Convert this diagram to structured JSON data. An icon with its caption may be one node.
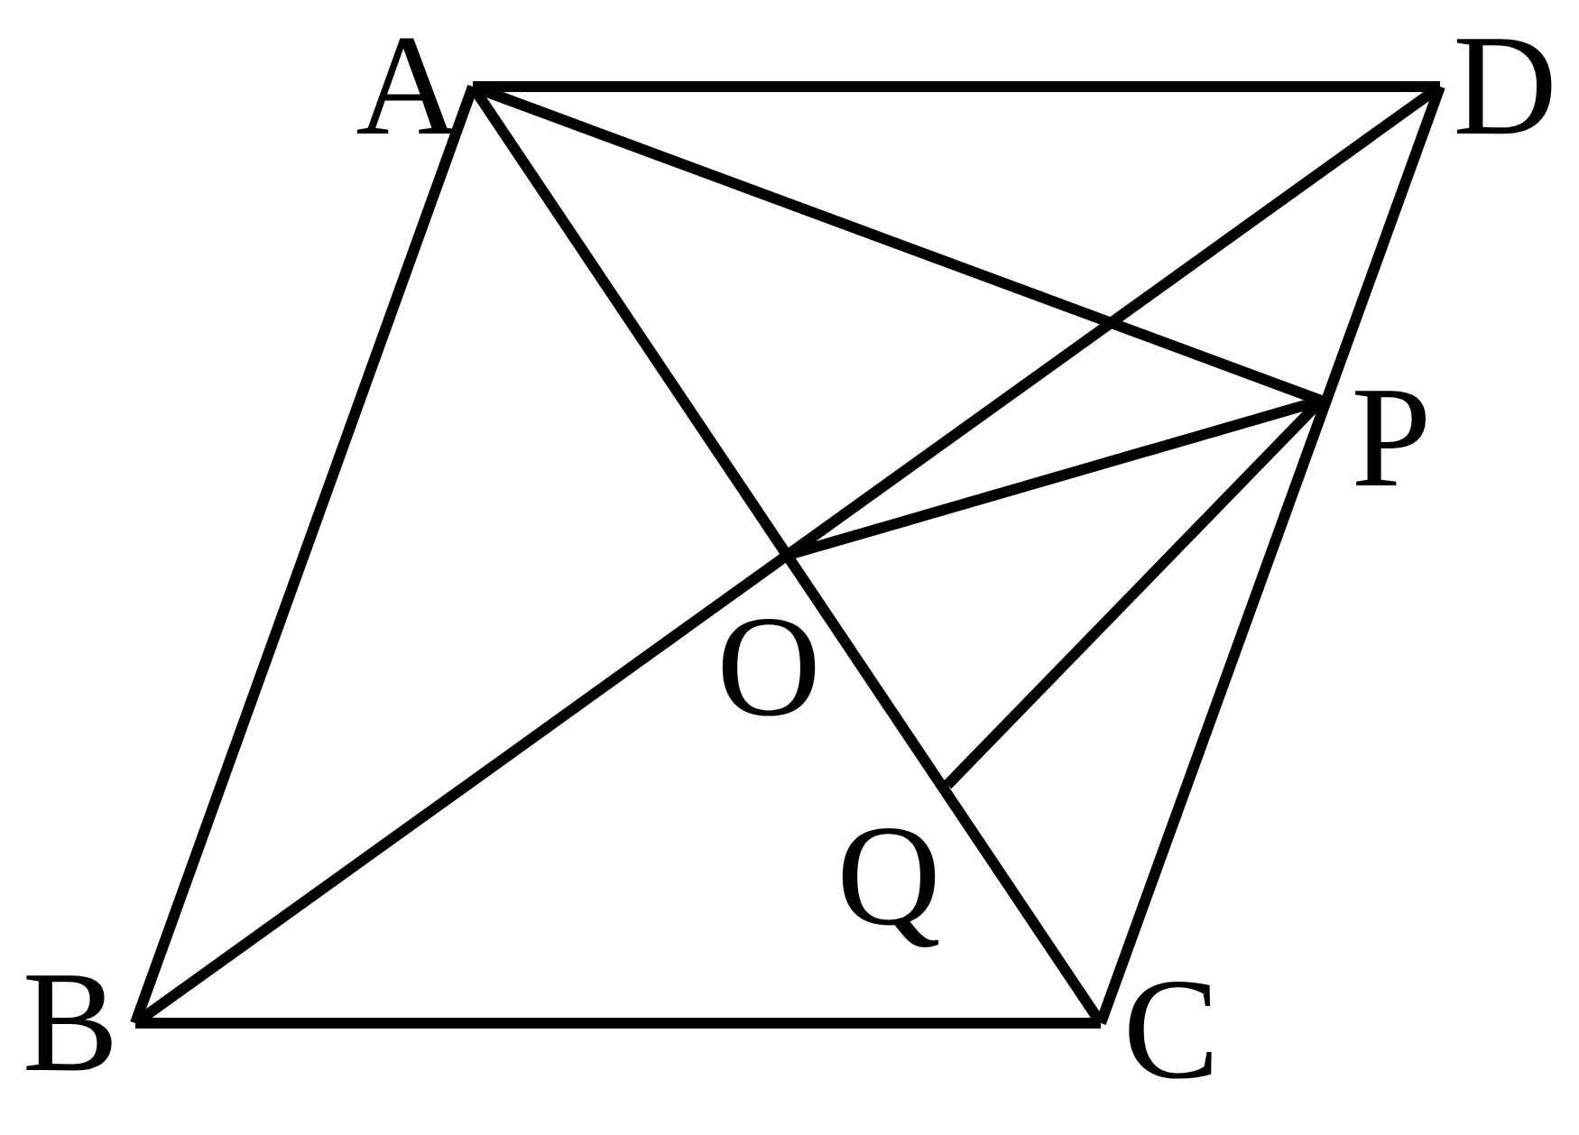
{
  "diagram": {
    "nodes": [
      {
        "text": [
          "A"
        ]
      },
      {
        "text": [
          "D"
        ]
      },
      {
        "text": [
          "P"
        ]
      },
      {
        "text": [
          "O"
        ]
      },
      {
        "text": [
          "Q"
        ]
      },
      {
        "text": [
          "B"
        ]
      },
      {
        "text": [
          "C"
        ]
      }
    ],
    "edges": [
      {
        "from": 0,
        "to": 1,
        "arrow": "none"
      },
      {
        "from": 0,
        "to": 5,
        "arrow": "none"
      },
      {
        "from": 0,
        "to": 6,
        "arrow": "none"
      },
      {
        "from": 0,
        "to": 2,
        "arrow": "none"
      },
      {
        "from": 1,
        "to": 5,
        "arrow": "none"
      },
      {
        "from": 1,
        "to": 6,
        "arrow": "none"
      },
      {
        "from": 3,
        "to": 2,
        "arrow": "none"
      },
      {
        "from": 4,
        "to": 2,
        "arrow": "none"
      },
      {
        "from": 5,
        "to": 6,
        "arrow": "none"
      }
    ]
  }
}
